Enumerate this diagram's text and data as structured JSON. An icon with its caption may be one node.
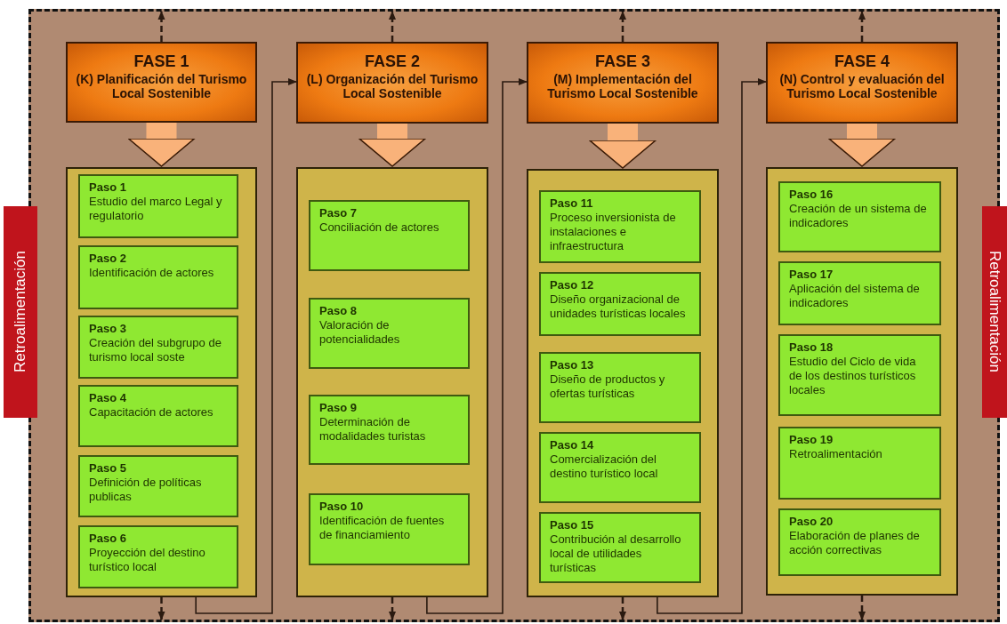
{
  "diagram": {
    "nodes": [
      {
        "text": [],
        "shape": "box"
      },
      {
        "text": [
          "Retroalimentación"
        ]
      },
      {
        "text": [
          "FASE 1",
          "(K) Planificación del Turismo Local Sostenible"
        ],
        "in": 0
      },
      {
        "text": [],
        "shape": "box",
        "in": 0
      },
      {
        "text": [
          "Paso 1",
          "Estudio del marco Legal y regulatorio"
        ],
        "in": 3
      },
      {
        "text": [
          "Paso 2",
          "Identificación de actores"
        ],
        "in": 3
      },
      {
        "text": [
          "Paso 3",
          "Creación del subgrupo de turismo local soste"
        ],
        "in": 3
      },
      {
        "text": [
          "Paso 4",
          "Capacitación de actores"
        ],
        "in": 3
      },
      {
        "text": [
          "Paso 5",
          "Definición de políticas publicas"
        ],
        "in": 3
      },
      {
        "text": [
          "Paso 6",
          "Proyección del destino turístico local"
        ],
        "in": 3
      },
      {
        "text": [
          "FASE 2",
          "(L) Organización del Turismo Local Sostenible"
        ],
        "in": 0
      },
      {
        "text": [],
        "shape": "box",
        "in": 0
      },
      {
        "text": [
          "Paso 7",
          "Conciliación de actores"
        ],
        "in": 11
      },
      {
        "text": [
          "Paso 8",
          "Valoración de potencialidades"
        ],
        "in": 11
      },
      {
        "text": [
          "Paso 9",
          "Determinación de modalidades turistas"
        ],
        "in": 11
      },
      {
        "text": [
          "Paso 10",
          "Identificación de fuentes de financiamiento"
        ],
        "in": 11
      },
      {
        "text": [
          "FASE 3",
          "(M) Implementación del Turismo Local Sostenible"
        ],
        "in": 0
      },
      {
        "text": [],
        "shape": "box",
        "in": 0
      },
      {
        "text": [
          "Paso 11",
          "Proceso inversionista de instalaciones e infraestructura"
        ],
        "in": 17
      },
      {
        "text": [
          "Paso 12",
          "Diseño organizacional de unidades turísticas locales"
        ],
        "in": 17
      },
      {
        "text": [
          "Paso 13",
          "Diseño de productos y ofertas turísticas"
        ],
        "in": 17
      },
      {
        "text": [
          "Paso 14",
          "Comercialización del destino turístico local"
        ],
        "in": 17
      },
      {
        "text": [
          "Paso 15",
          "Contribución al desarrollo local de utilidades turísticas"
        ],
        "in": 17
      },
      {
        "text": [
          "FASE 4",
          "(N) Control y evaluación del Turismo Local Sostenible"
        ],
        "in": 0
      },
      {
        "text": [],
        "shape": "box",
        "in": 0
      },
      {
        "text": [
          "Paso 16",
          "Creación de un sistema de indicadores"
        ],
        "in": 24
      },
      {
        "text": [
          "Paso 17",
          "Aplicación del sistema de indicadores"
        ],
        "in": 24
      },
      {
        "text": [
          "Paso 18",
          "Estudio del Ciclo de vida de los destinos turísticos locales"
        ],
        "in": 24
      },
      {
        "text": [
          "Paso 19",
          "Retroalimentación"
        ],
        "in": 24
      },
      {
        "text": [
          "Paso 20",
          "Elaboración de planes de acción correctivas"
        ],
        "in": 24
      },
      {
        "text": [
          "Retroalimentación"
        ]
      }
    ],
    "edges": [
      {
        "from": 2,
        "to": 3,
        "arrow": "to",
        "style": "thick",
        "color": "#f9b27a"
      },
      {
        "from": 3,
        "to": 10,
        "arrow": "to"
      },
      {
        "from": 10,
        "to": 11,
        "arrow": "to",
        "style": "thick",
        "color": "#f9b27a"
      },
      {
        "from": 11,
        "to": 16,
        "arrow": "to"
      },
      {
        "from": 16,
        "to": 17,
        "arrow": "to",
        "style": "thick",
        "color": "#f9b27a"
      },
      {
        "from": 17,
        "to": 23,
        "arrow": "to"
      },
      {
        "from": 23,
        "to": 24,
        "arrow": "to",
        "style": "thick",
        "color": "#f9b27a"
      },
      {
        "from": 2,
        "to": 0,
        "arrow": "to",
        "style": "dashed"
      },
      {
        "from": 10,
        "to": 0,
        "arrow": "to",
        "style": "dashed"
      },
      {
        "from": 16,
        "to": 0,
        "arrow": "to",
        "style": "dashed"
      },
      {
        "from": 23,
        "to": 0,
        "arrow": "to",
        "style": "dashed"
      },
      {
        "from": 3,
        "to": 0,
        "arrow": "to",
        "style": "dashed"
      },
      {
        "from": 11,
        "to": 0,
        "arrow": "to",
        "style": "dashed"
      },
      {
        "from": 17,
        "to": 0,
        "arrow": "to",
        "style": "dashed"
      },
      {
        "from": 24,
        "to": 0,
        "arrow": "to",
        "style": "dashed"
      }
    ]
  }
}
